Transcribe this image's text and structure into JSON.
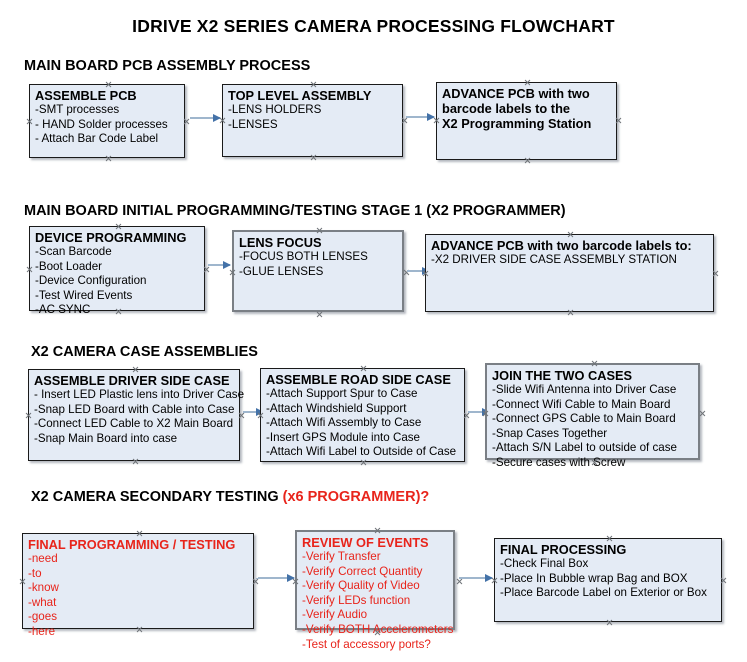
{
  "title": "IDRIVE X2  SERIES CAMERA PROCESSING FLOWCHART",
  "colors": {
    "node_fill": "#e4ebf5",
    "node_border": "#1a1a1a",
    "node_border_thick": "#7a7f85",
    "connector": "#9fb6cd",
    "arrowhead": "#4472a8",
    "text": "#000000",
    "accent_red": "#e8241b"
  },
  "sections": [
    {
      "heading": "MAIN BOARD PCB ASSEMBLY PROCESS",
      "heading_accent": "",
      "nodes": [
        {
          "title": "ASSEMBLE PCB",
          "lines": [
            "-SMT processes",
            "- HAND Solder processes",
            "- Attach Bar Code Label"
          ]
        },
        {
          "title": "TOP LEVEL ASSEMBLY",
          "lines": [
            "-LENS HOLDERS",
            "-LENSES"
          ]
        },
        {
          "title": "ADVANCE PCB with two",
          "lines": [
            "barcode labels to the",
            " X2 Programming Station"
          ]
        }
      ]
    },
    {
      "heading": "MAIN BOARD INITIAL PROGRAMMING/TESTING STAGE 1 (X2 PROGRAMMER)",
      "heading_accent": "",
      "nodes": [
        {
          "title": "DEVICE PROGRAMMING",
          "lines": [
            "-Scan Barcode",
            "-Boot Loader",
            "-Device Configuration",
            "-Test Wired Events",
            "-AC SYNC"
          ]
        },
        {
          "title": "LENS FOCUS",
          "lines": [
            "-FOCUS BOTH LENSES",
            "-GLUE LENSES"
          ]
        },
        {
          "title": "ADVANCE PCB with two barcode labels to:",
          "lines": [
            "-X2 DRIVER  SIDE  CASE  ASSEMBLY STATION"
          ]
        }
      ]
    },
    {
      "heading": "X2 CAMERA CASE ASSEMBLIES",
      "heading_accent": "",
      "nodes": [
        {
          "title": "ASSEMBLE DRIVER SIDE CASE",
          "lines": [
            "- Insert LED Plastic lens into Driver Case",
            "-Snap LED Board with Cable into Case",
            "-Connect LED Cable to X2 Main Board",
            "-Snap Main Board into case"
          ]
        },
        {
          "title": "ASSEMBLE ROAD SIDE CASE",
          "lines": [
            "-Attach Support Spur to Case",
            "-Attach Windshield Support",
            "-Attach Wifi Assembly to Case",
            "-Insert GPS Module into Case",
            "-Attach Wifi Label to Outside of Case"
          ]
        },
        {
          "title": "JOIN THE TWO CASES",
          "lines": [
            "-Slide Wifi Antenna into Driver Case",
            "-Connect Wifi Cable to Main Board",
            "-Connect GPS Cable to Main Board",
            "-Snap Cases Together",
            "-Attach S/N Label to outside of case",
            "-Secure cases with Screw"
          ]
        }
      ]
    },
    {
      "heading": "X2 CAMERA SECONDARY TESTING ",
      "heading_accent": "(x6 PROGRAMMER)?",
      "nodes": [
        {
          "title": "FINAL PROGRAMMING / TESTING",
          "lines": [
            "-need",
            "-to",
            "-know",
            "-what",
            "-goes",
            "-here"
          ]
        },
        {
          "title": "REVIEW OF EVENTS",
          "lines": [
            "-Verify Transfer",
            "-Verify Correct Quantity",
            "-Verify Quality of Video",
            "-Verify LEDs function",
            "-Verify Audio",
            "-Verify BOTH Accelerometers",
            "-Test of accessory ports?"
          ]
        },
        {
          "title": "FINAL PROCESSING",
          "lines": [
            " -Check Final Box",
            "-Place In Bubble wrap Bag and BOX",
            "-Place Barcode Label on Exterior or Box"
          ]
        }
      ]
    }
  ]
}
